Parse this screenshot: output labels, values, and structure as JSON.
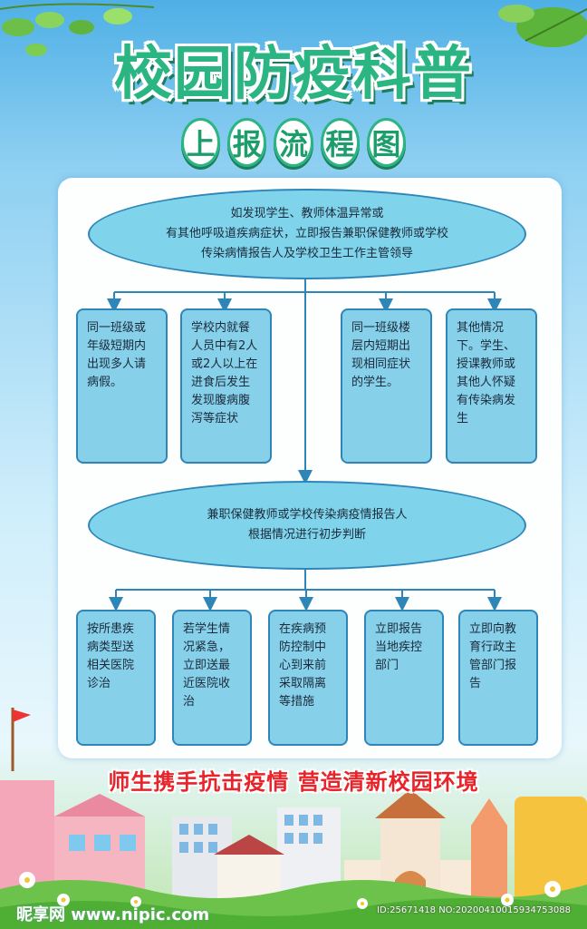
{
  "poster": {
    "title": "校园防疫科普",
    "subtitle_chars": [
      "上",
      "报",
      "流",
      "程",
      "图"
    ],
    "slogan": "师生携手抗击疫情 营造清新校园环境",
    "watermark_left": "昵享网 www.nipic.com",
    "watermark_id": "ID:25671418 NO:20200410015934753088"
  },
  "flow": {
    "step1": [
      "如发现学生、教师体温异常或",
      "有其他呼吸道疾病症状，立即报告兼职保健教师或学校",
      "传染病情报告人及学校卫生工作主管领导"
    ],
    "conditions": [
      "同一班级或年级短期内出现多人请病假。",
      "学校内就餐人员中有2人或2人以上在进食后发生发现腹病腹泻等症状",
      "同一班级楼层内短期出现相同症状的学生。",
      "其他情况下。学生、授课教师或其他人怀疑有传染病发生"
    ],
    "step2": [
      "兼职保健教师或学校传染病疫情报告人",
      "根据情况进行初步判断"
    ],
    "actions": [
      "按所患疾病类型送相关医院诊治",
      "若学生情况紧急，立即送最近医院收治",
      "在疾病预防控制中心到来前采取隔离等措施",
      "立即报告当地疾控部门",
      "立即向教育行政主管部门报告"
    ]
  },
  "colors": {
    "title_green": "#2bb583",
    "node_fill": "#86d0ea",
    "node_border": "#2e86b8",
    "slogan_red": "#e9232a"
  }
}
